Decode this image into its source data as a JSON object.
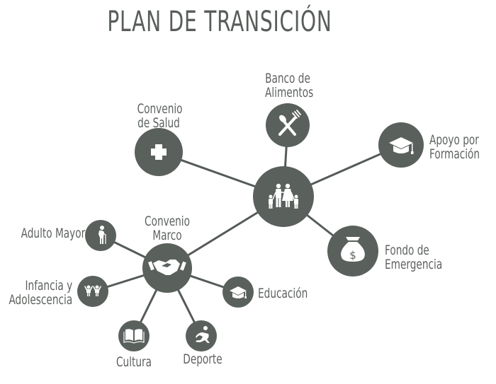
{
  "title": "PLAN DE TRANSICIÓN",
  "colors": {
    "node": "#5a605c",
    "line": "#555b57",
    "text": "#5d625e",
    "icon": "#ffffff"
  },
  "hub": {
    "label": "",
    "icon": "family-icon"
  },
  "nodes": {
    "banco": {
      "line1": "Banco de",
      "line2": "Alimentos",
      "icon": "fork-spoon-icon"
    },
    "salud": {
      "line1": "Convenio",
      "line2": "de Salud",
      "icon": "medical-cross-icon"
    },
    "apoyo": {
      "line1": "Apoyo por",
      "line2": "Formación",
      "icon": "graduation-cap-icon"
    },
    "fondo": {
      "line1": "Fondo de",
      "line2": "Emergencia",
      "icon": "money-bag-icon"
    },
    "marco": {
      "line1": "Convenio",
      "line2": "Marco",
      "icon": "handshake-icon"
    },
    "adulto": {
      "label": "Adulto Mayor",
      "icon": "elderly-person-icon"
    },
    "infancia": {
      "line1": "Infancia y",
      "line2": "Adolescencia",
      "icon": "children-icon"
    },
    "educacion": {
      "label": "Educación",
      "icon": "graduation-cap-icon"
    },
    "cultura": {
      "label": "Cultura",
      "icon": "book-icon"
    },
    "deporte": {
      "label": "Deporte",
      "icon": "runner-icon"
    }
  }
}
